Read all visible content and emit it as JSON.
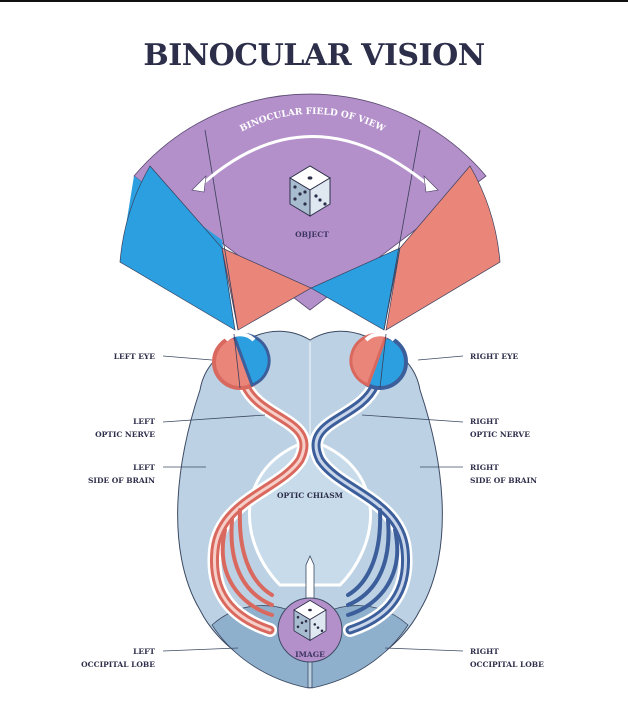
{
  "title": "BINOCULAR VISION",
  "field": {
    "label": "BINOCULAR FIELD OF VIEW",
    "object_label": "OBJECT"
  },
  "labels": {
    "left_eye": "LEFT EYE",
    "right_eye": "RIGHT EYE",
    "left_optic_nerve": [
      "LEFT",
      "OPTIC NERVE"
    ],
    "right_optic_nerve": [
      "RIGHT",
      "OPTIC NERVE"
    ],
    "left_side_brain": [
      "LEFT",
      "SIDE OF BRAIN"
    ],
    "right_side_brain": [
      "RIGHT",
      "SIDE OF BRAIN"
    ],
    "optic_chiasm": "OPTIC CHIASM",
    "left_occipital": [
      "LEFT",
      "OCCIPITAL LOBE"
    ],
    "right_occipital": [
      "RIGHT",
      "OCCIPITAL LOBE"
    ],
    "image": "IMAGE"
  },
  "colors": {
    "title": "#2d2e4a",
    "purple": "#b390c9",
    "blue": "#2b9fe0",
    "salmon": "#ea857a",
    "brain": "#bcd1e3",
    "occipital": "#8fb0cc",
    "outline": "#3c4a63",
    "nerve_red": "#d9695f",
    "nerve_blue": "#3c5f9c"
  }
}
